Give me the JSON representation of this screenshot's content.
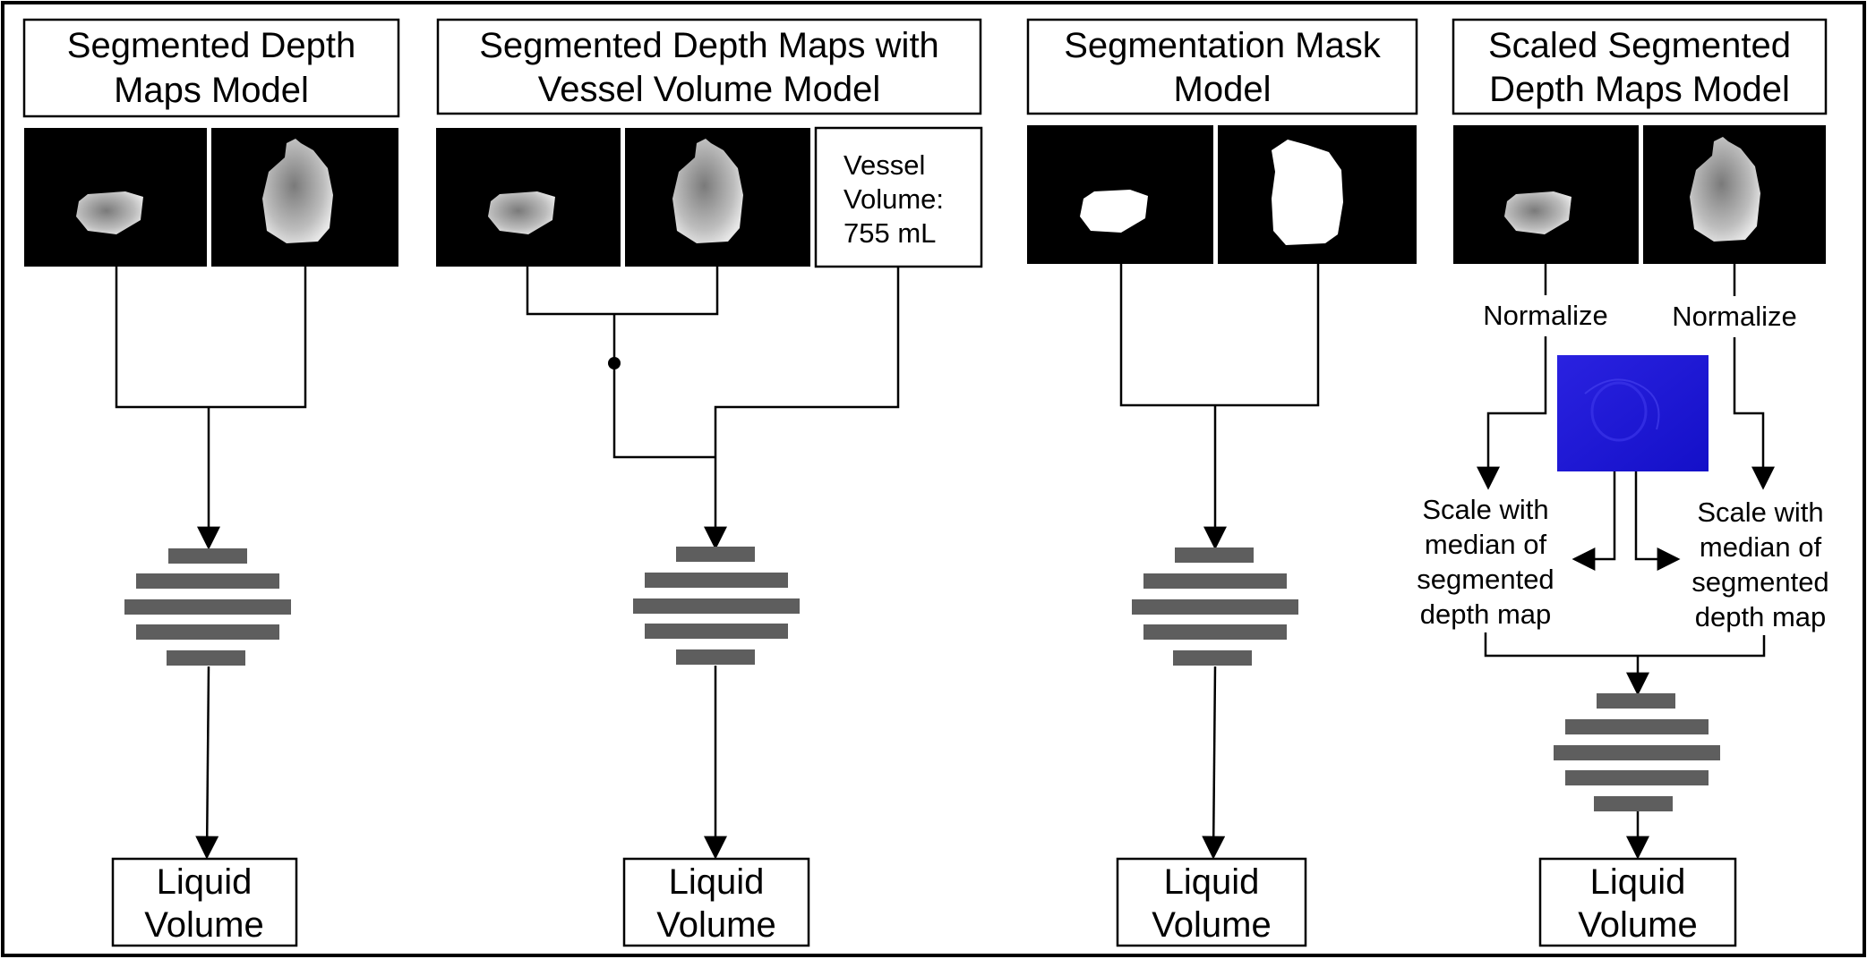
{
  "colors": {
    "background": "#ffffff",
    "line": "#000000",
    "image_bg": "#000000",
    "network_bar": "#5e5e5e",
    "depth_scale_map": "#1a17d8"
  },
  "panels": [
    {
      "title_lines": [
        "Segmented Depth",
        "Maps Model"
      ],
      "inputs": [
        "depth-map-small-vessel",
        "depth-map-large-vessel"
      ],
      "output_lines": [
        "Liquid",
        "Volume"
      ]
    },
    {
      "title_lines": [
        "Segmented Depth Maps with",
        "Vessel Volume Model"
      ],
      "inputs": [
        "depth-map-small-vessel",
        "depth-map-large-vessel"
      ],
      "vessel_volume_lines": [
        "Vessel",
        "Volume:",
        "755 mL"
      ],
      "output_lines": [
        "Liquid",
        "Volume"
      ]
    },
    {
      "title_lines": [
        "Segmentation Mask",
        "Model"
      ],
      "inputs": [
        "mask-small-vessel",
        "mask-large-vessel"
      ],
      "output_lines": [
        "Liquid",
        "Volume"
      ]
    },
    {
      "title_lines": [
        "Scaled Segmented",
        "Depth Maps Model"
      ],
      "inputs": [
        "depth-map-small-vessel",
        "depth-map-large-vessel"
      ],
      "normalize_left": "Normalize",
      "normalize_right": "Normalize",
      "scale_left_lines": [
        "Scale with",
        "median of",
        "segmented",
        "depth map"
      ],
      "scale_right_lines": [
        "Scale with",
        "median of",
        "segmented",
        "depth map"
      ],
      "output_lines": [
        "Liquid",
        "Volume"
      ]
    }
  ]
}
